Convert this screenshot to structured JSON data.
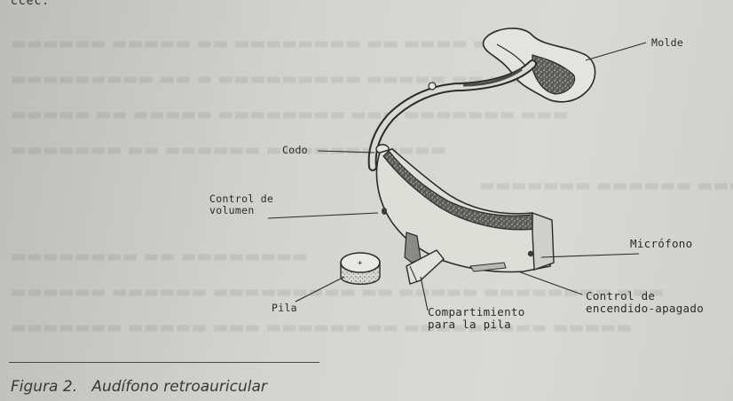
{
  "labels": {
    "molde": "Molde",
    "codo": "Codo",
    "control_volumen": "Control de\nvolumen",
    "microfono": "Micrófono",
    "pila": "Pila",
    "compartimiento": "Compartimiento\npara la pila",
    "control_encendido": "Control de\nencendido-apagado"
  },
  "caption": {
    "figure_number": "Figura 2.",
    "title": "Audífono retroauricular"
  },
  "top_fragment": "ccec.   '"
}
